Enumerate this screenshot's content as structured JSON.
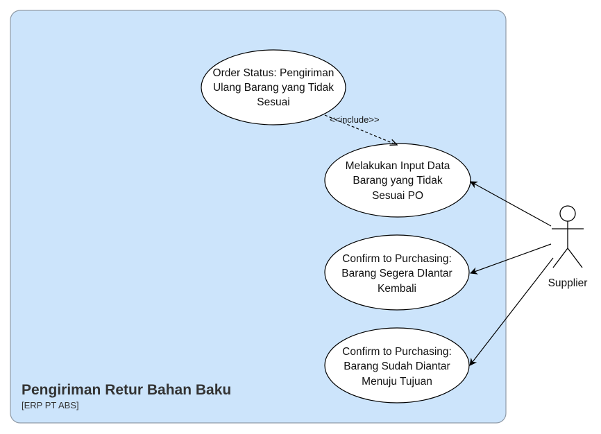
{
  "system": {
    "title": "Pengiriman Retur Bahan Baku",
    "subtitle": "[ERP PT ABS]"
  },
  "actor": {
    "name": "Supplier",
    "icon": "stick-figure-icon"
  },
  "use_cases": [
    {
      "lines": [
        "Order Status: Pengiriman",
        "Ulang Barang yang Tidak",
        "Sesuai"
      ]
    },
    {
      "lines": [
        "Melakukan Input Data",
        "Barang yang Tidak",
        "Sesuai PO"
      ]
    },
    {
      "lines": [
        "Confirm to Purchasing:",
        "Barang Segera DIantar",
        "Kembali"
      ]
    },
    {
      "lines": [
        "Confirm to Purchasing:",
        "Barang Sudah Diantar",
        "Menuju Tujuan"
      ]
    }
  ],
  "relations": {
    "include_label": "<<include>>"
  },
  "colors": {
    "boundary_fill": "#cce4fb",
    "boundary_stroke": "#8f9aa6",
    "use_case_fill": "#ffffff",
    "line": "#000000"
  }
}
